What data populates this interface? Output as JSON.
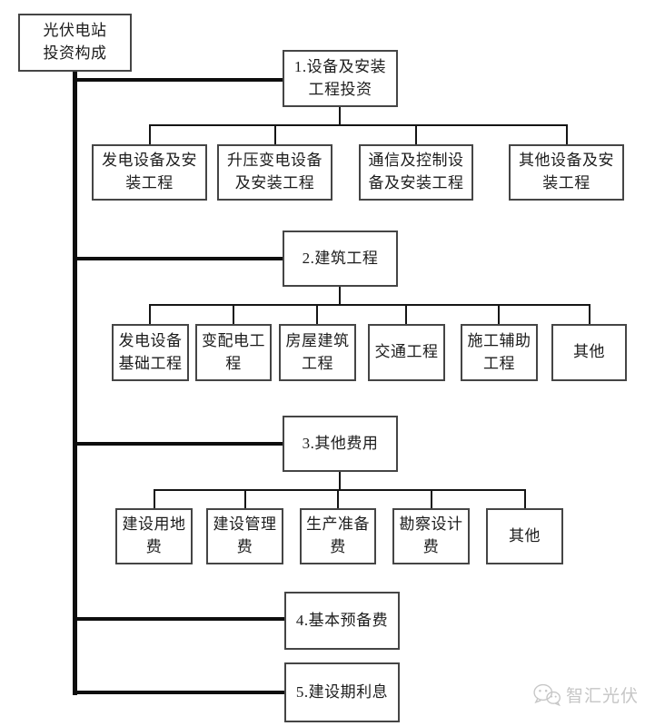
{
  "root": {
    "label": "光伏电站\n投资构成"
  },
  "branches": [
    {
      "label": "1.设备及安装\n工程投资",
      "children": [
        "发电设备及安\n装工程",
        "升压变电设备\n及安装工程",
        "通信及控制设\n备及安装工程",
        "其他设备及安\n装工程"
      ]
    },
    {
      "label": "2.建筑工程",
      "children": [
        "发电设备\n基础工程",
        "变配电工\n程",
        "房屋建筑\n工程",
        "交通工程",
        "施工辅助\n工程",
        "其他"
      ]
    },
    {
      "label": "3.其他费用",
      "children": [
        "建设用地\n费",
        "建设管理\n费",
        "生产准备\n费",
        "勘察设计\n费",
        "其他"
      ]
    },
    {
      "label": "4.基本预备费",
      "children": []
    },
    {
      "label": "5.建设期利息",
      "children": []
    }
  ],
  "watermark": {
    "icon": "wechat-icon",
    "text": "智汇光伏"
  },
  "colors": {
    "line": "#151515",
    "box_border": "#454545",
    "text": "#1c1c1c",
    "watermark": "#c6c6c6",
    "background": "#ffffff"
  }
}
